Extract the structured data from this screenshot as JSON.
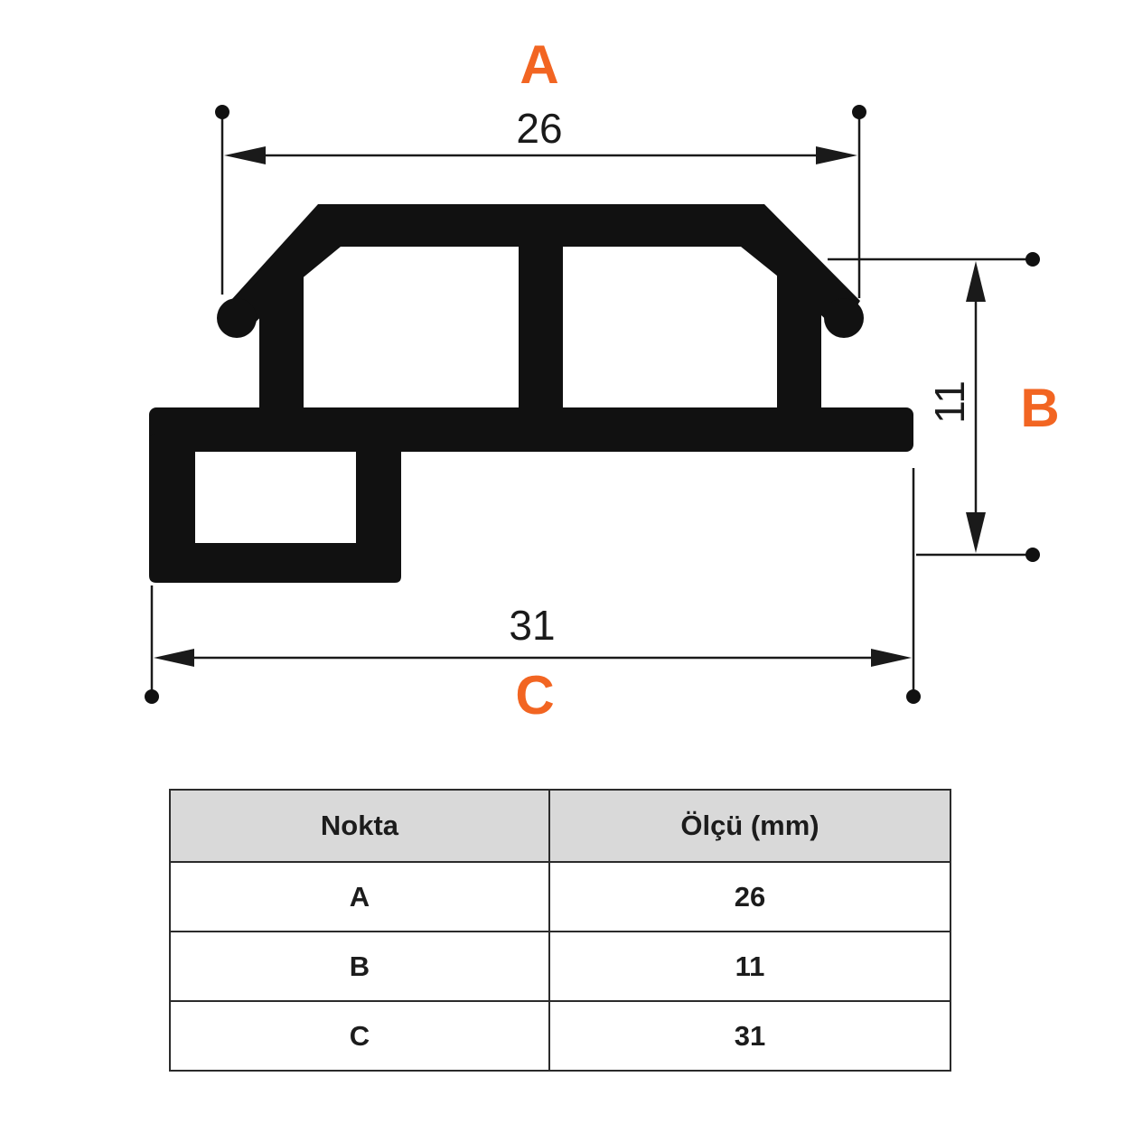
{
  "colors": {
    "accent": "#f26522",
    "profile": "#111111",
    "line": "#1a1a1a",
    "header_bg": "#d9d9d9"
  },
  "diagram": {
    "label_a": "A",
    "label_b": "B",
    "label_c": "C",
    "dim_a": "26",
    "dim_b": "11",
    "dim_c": "31"
  },
  "table": {
    "headers": [
      "Nokta",
      "Ölçü (mm)"
    ],
    "rows": [
      {
        "point": "A",
        "value": "26"
      },
      {
        "point": "B",
        "value": "11"
      },
      {
        "point": "C",
        "value": "31"
      }
    ]
  }
}
